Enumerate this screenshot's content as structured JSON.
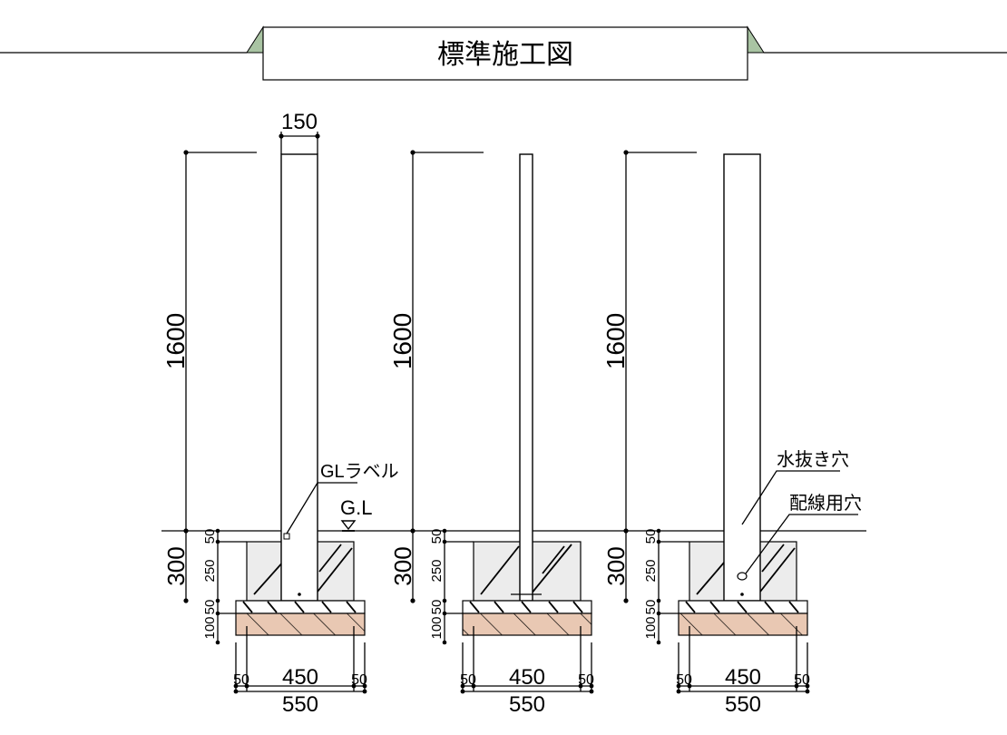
{
  "title": "標準施工図",
  "colors": {
    "line": "#000000",
    "title_wedge": "#a9c4a3",
    "gravel": "#e9c8b3",
    "concrete": "#ececec"
  },
  "dims": {
    "width_top": "150",
    "height": "1600",
    "depth": "300",
    "d50": "50",
    "d250": "250",
    "d100": "100",
    "inner": "450",
    "outer": "550"
  },
  "labels": {
    "gl_label": "GLラベル",
    "gl": "G.L",
    "drain_hole": "水抜き穴",
    "wiring_hole": "配線用穴"
  },
  "icons": {
    "gl_marker": "down-triangle-icon"
  }
}
